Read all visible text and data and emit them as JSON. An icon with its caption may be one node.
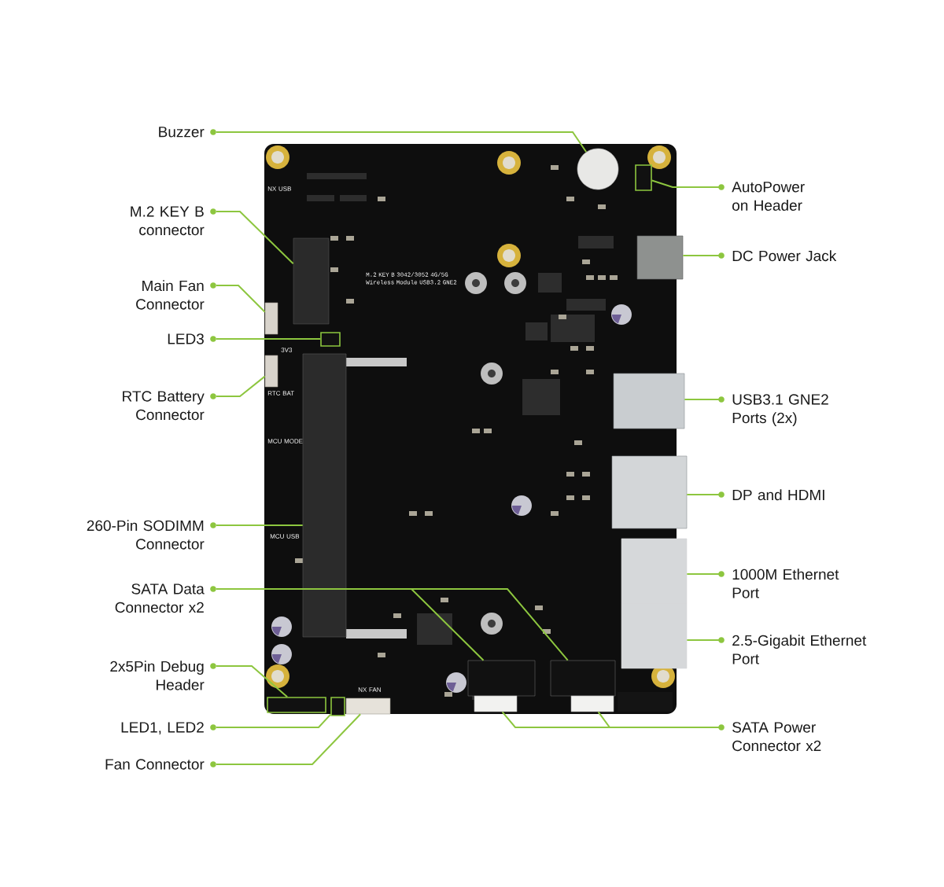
{
  "diagram": {
    "nodes": [
      {
        "text": [
          "Buzzer"
        ]
      },
      {
        "text": [
          "M.2 KEY B connector"
        ]
      },
      {
        "text": [
          "Main Fan Connector"
        ]
      },
      {
        "text": [
          "LED3"
        ]
      },
      {
        "text": [
          "RTC Battery Connector"
        ]
      },
      {
        "text": [
          "260-Pin SODIMM Connector"
        ]
      },
      {
        "text": [
          "SATA Data Connector x2"
        ]
      },
      {
        "text": [
          "2x5Pin Debug Header"
        ]
      },
      {
        "text": [
          "LED1, LED2"
        ]
      },
      {
        "text": [
          "Fan Connector"
        ]
      },
      {
        "text": [
          "AutoPower on Header"
        ]
      },
      {
        "text": [
          "DC Power Jack"
        ]
      },
      {
        "text": [
          "USB3.1 GNE2 Ports (2x)"
        ]
      },
      {
        "text": [
          "DP and HDMI"
        ]
      },
      {
        "text": [
          "1000M Ethernet Port"
        ]
      },
      {
        "text": [
          "2.5-Gigabit Ethernet Port"
        ]
      },
      {
        "text": [
          "SATA Power Connector x2"
        ]
      },
      {
        "text": [],
        "shape": "circle"
      },
      {
        "text": [],
        "shape": "box"
      },
      {
        "text": [],
        "shape": "box"
      },
      {
        "text": [],
        "shape": "box"
      },
      {
        "text": [],
        "shape": "box"
      },
      {
        "text": [],
        "shape": "box"
      },
      {
        "text": [],
        "shape": "box"
      },
      {
        "text": [],
        "shape": "box"
      },
      {
        "text": [],
        "shape": "box"
      },
      {
        "text": [],
        "shape": "box"
      },
      {
        "text": [],
        "shape": "box"
      },
      {
        "text": [],
        "shape": "box"
      },
      {
        "text": [],
        "shape": "box"
      },
      {
        "text": [],
        "shape": "box"
      },
      {
        "text": [],
        "shape": "box"
      },
      {
        "text": [],
        "shape": "box"
      },
      {
        "text": [],
        "shape": "box"
      },
      {
        "text": [],
        "shape": "box"
      },
      {
        "text": [],
        "shape": "box"
      }
    ],
    "edges": [
      {
        "from": 0,
        "to": 17,
        "arrow": "none"
      },
      {
        "from": 1,
        "to": 18,
        "arrow": "none"
      },
      {
        "from": 2,
        "to": 19,
        "arrow": "none"
      },
      {
        "from": 3,
        "to": 20,
        "arrow": "none"
      },
      {
        "from": 4,
        "to": 21,
        "arrow": "none"
      },
      {
        "from": 5,
        "to": 22,
        "arrow": "none"
      },
      {
        "from": 6,
        "to": 23,
        "arrow": "none"
      },
      {
        "from": 6,
        "to": 24,
        "arrow": "none"
      },
      {
        "from": 7,
        "to": 25,
        "arrow": "none"
      },
      {
        "from": 8,
        "to": 26,
        "arrow": "none"
      },
      {
        "from": 9,
        "to": 27,
        "arrow": "none"
      },
      {
        "from": 10,
        "to": 28,
        "arrow": "none"
      },
      {
        "from": 11,
        "to": 29,
        "arrow": "none"
      },
      {
        "from": 12,
        "to": 30,
        "arrow": "none"
      },
      {
        "from": 13,
        "to": 31,
        "arrow": "none"
      },
      {
        "from": 14,
        "to": 32,
        "arrow": "none"
      },
      {
        "from": 15,
        "to": 33,
        "arrow": "none"
      },
      {
        "from": 16,
        "to": 34,
        "arrow": "none"
      },
      {
        "from": 16,
        "to": 35,
        "arrow": "none"
      }
    ],
    "labels": [
      "NX USB",
      "M.2 KEY B 3042/3052 4G/5G Wireless Module USB3.2 GNE2",
      "3V3",
      "RTC BAT",
      "MCU MODE",
      "MCU USB",
      "NX FAN"
    ]
  }
}
